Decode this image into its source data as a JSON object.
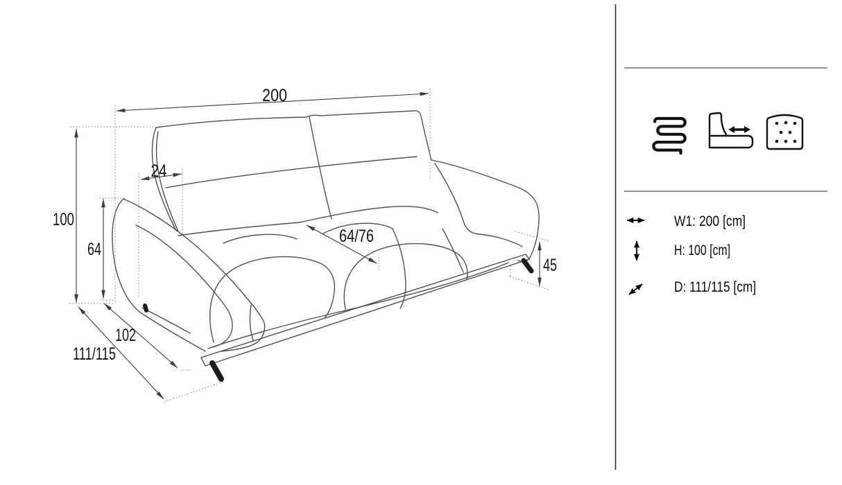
{
  "colors": {
    "background": "#ffffff",
    "sofa_line": "#4f4f4f",
    "dimension_line": "#3c3c3c",
    "dotted_line": "#7d7d7d",
    "text": "#141414",
    "divider": "#2e2e2e"
  },
  "drawing": {
    "description": "sofa-technical-line-drawing",
    "dimensions": {
      "width": "200",
      "backrest_top_depth": "24",
      "height": "100",
      "armrest_height": "64",
      "seat_depth": "64/76",
      "seat_height": "45",
      "base_depth": "102",
      "total_depth": "111/115"
    }
  },
  "panel": {
    "feature_icons": [
      {
        "name": "spring-suspension-icon"
      },
      {
        "name": "sliding-seat-icon"
      },
      {
        "name": "foam-padding-icon"
      }
    ],
    "specs": [
      {
        "arrow": "horizontal-double-arrow",
        "label": "W1: 200 [cm]"
      },
      {
        "arrow": "vertical-double-arrow",
        "label": "H: 100 [cm]"
      },
      {
        "arrow": "diagonal-double-arrow",
        "label": "D: 111/115 [cm]"
      }
    ]
  }
}
